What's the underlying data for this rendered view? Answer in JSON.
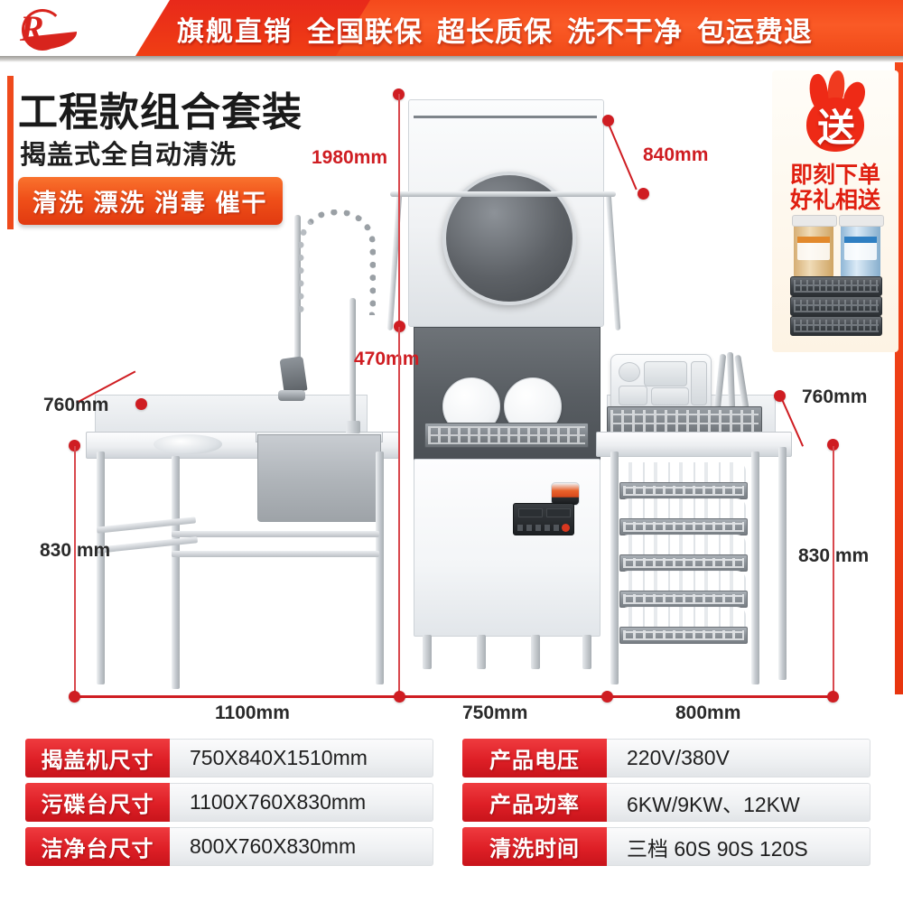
{
  "header": {
    "logo_letter": "R",
    "tag": "旗舰直销",
    "promo_1": "全国联保",
    "promo_2": "超长质保",
    "promo_3": "洗不干净",
    "promo_4": "包运费退",
    "bg_color": "#f4491c"
  },
  "title": {
    "main": "工程款组合套装",
    "sub": "揭盖式全自动清洗",
    "badge": "清洗 漂洗 消毒 催干",
    "accent_color": "#ef4a1c"
  },
  "gift": {
    "flame_char": "送",
    "line1": "即刻下单",
    "line2": "好礼相送",
    "text_color": "#e01f10"
  },
  "dimensions": {
    "hood_height": "1980mm",
    "machine_depth": "840mm",
    "opening_height": "470mm",
    "left_table_depth": "760mm",
    "left_table_height": "830 mm",
    "right_table_depth": "760mm",
    "right_table_height": "830 mm",
    "left_table_width": "1100mm",
    "machine_width": "750mm",
    "right_table_width": "800mm",
    "marker_color": "#cf1d22"
  },
  "spec_left": {
    "rows": [
      {
        "key": "揭盖机尺寸",
        "value": "750X840X1510mm"
      },
      {
        "key": "污碟台尺寸",
        "value": "1100X760X830mm"
      },
      {
        "key": "洁净台尺寸",
        "value": "800X760X830mm"
      }
    ]
  },
  "spec_right": {
    "rows": [
      {
        "key": "产品电压",
        "value": "220V/380V"
      },
      {
        "key": "产品功率",
        "value": "6KW/9KW、12KW"
      },
      {
        "key": "清洗时间",
        "value": "三档  60S  90S 120S"
      }
    ]
  }
}
